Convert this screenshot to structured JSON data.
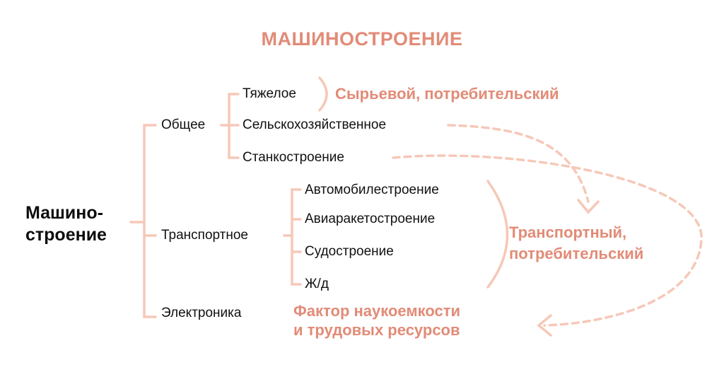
{
  "title": "МАШИНОСТРОЕНИЕ",
  "root": {
    "line1": "Машино-",
    "line2": "строение"
  },
  "branches": {
    "general": {
      "label": "Общее",
      "items": [
        "Тяжелое",
        "Сельскохозяйственное",
        "Станкостроение"
      ]
    },
    "transport": {
      "label": "Транспортное",
      "items": [
        "Автомобилестроение",
        "Авиаракетостроение",
        "Судостроение",
        "Ж/д"
      ]
    },
    "electronics": {
      "label": "Электроника"
    }
  },
  "factors": {
    "heavy": "Сырьевой, потребительский",
    "transport": {
      "line1": "Транспортный,",
      "line2": "потребительский"
    },
    "electronics": {
      "line1": "Фактор наукоемкости",
      "line2": "и трудовых ресурсов"
    }
  },
  "colors": {
    "accent": "#e28b77",
    "connector": "#f6c8b8",
    "text": "#111111"
  }
}
